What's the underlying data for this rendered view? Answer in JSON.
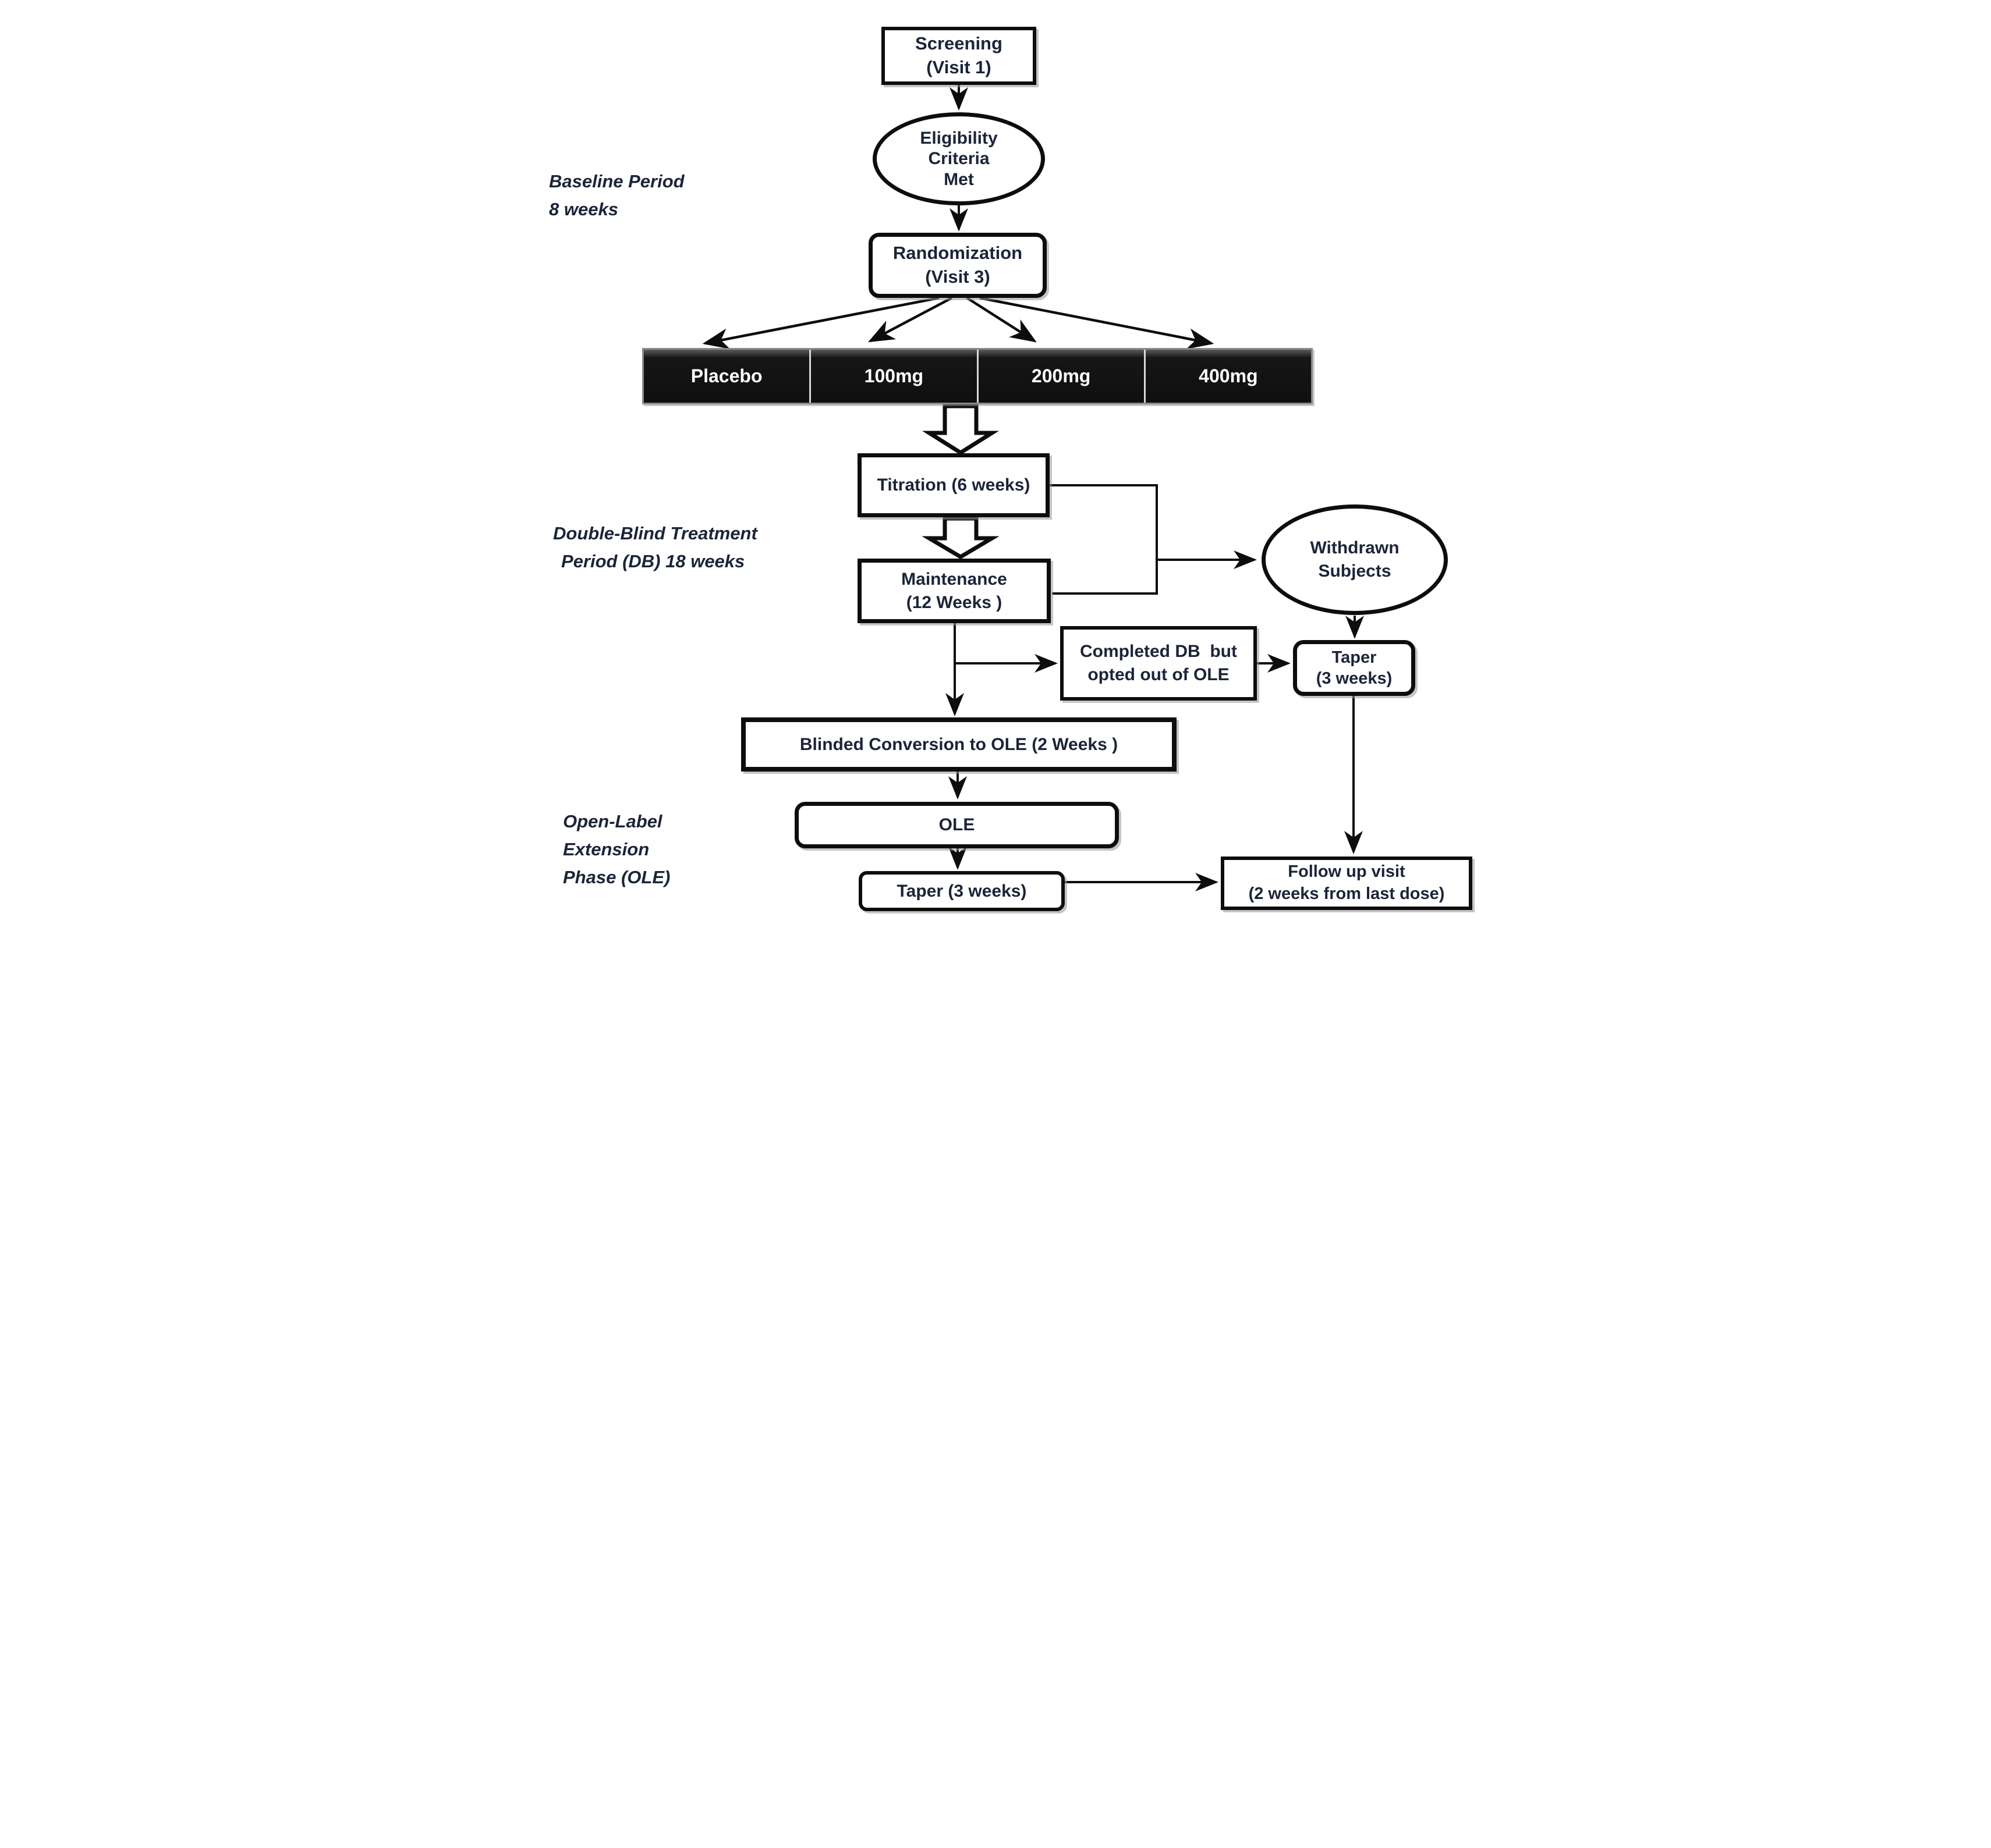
{
  "title": "Clinical trial design flow diagram",
  "phase_labels": {
    "baseline": {
      "line1": "Baseline Period",
      "line2": "8 weeks"
    },
    "double_blind": {
      "line1": "Double-Blind Treatment",
      "line2": "Period (DB) 18 weeks"
    },
    "open_label": {
      "line1": "Open-Label",
      "line2": "Extension",
      "line3": "Phase (OLE)"
    }
  },
  "nodes": {
    "screening": {
      "line1": "Screening",
      "line2": "(Visit 1)"
    },
    "eligibility": {
      "line1": "Eligibility",
      "line2": "Criteria",
      "line3": "Met"
    },
    "randomization": {
      "line1": "Randomization",
      "line2": "(Visit 3)"
    },
    "arms": [
      "Placebo",
      "100mg",
      "200mg",
      "400mg"
    ],
    "titration": {
      "label": "Titration (6 weeks)"
    },
    "maintenance": {
      "line1": "Maintenance",
      "line2": "(12 Weeks )"
    },
    "withdrawn": {
      "line1": "Withdrawn",
      "line2": "Subjects"
    },
    "taper_right": {
      "line1": "Taper",
      "line2": "(3 weeks)"
    },
    "completed_db": {
      "line1": "Completed DB  but",
      "line2": "opted out of OLE"
    },
    "blinded_conversion": {
      "label": "Blinded Conversion to OLE (2 Weeks )"
    },
    "ole": {
      "label": "OLE"
    },
    "taper_bottom": {
      "label": "Taper (3 weeks)"
    },
    "follow_up": {
      "line1": "Follow up visit",
      "line2": "(2 weeks from last dose)"
    }
  },
  "colors": {
    "text": "#1b2438",
    "box_border": "#0d0d0d",
    "arm_bar_background": "#0f0f0f",
    "arm_bar_text": "#ffffff",
    "background": "#ffffff"
  }
}
